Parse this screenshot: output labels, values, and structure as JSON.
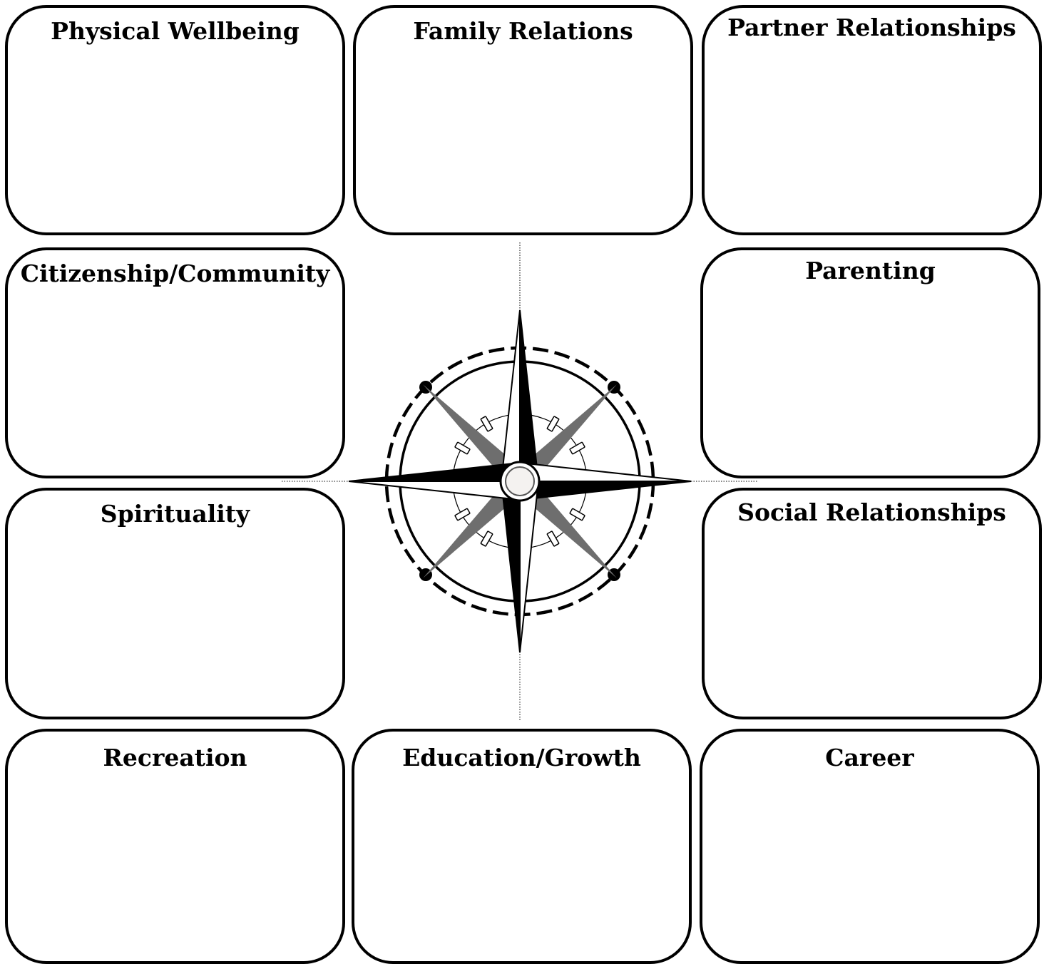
{
  "title": "",
  "areas": {
    "physical_wellbeing": "Physical Wellbeing",
    "family_relations": "Family Relations",
    "partner_relationships": "Partner Relationships",
    "citizenship_community": "Citizenship/Community",
    "parenting": "Parenting",
    "spirituality": "Spirituality",
    "social_relationships": "Social Relationships",
    "recreation": "Recreation",
    "education_growth": "Education/Growth",
    "career": "Career"
  },
  "center_graphic": {
    "icon": "compass-rose-icon",
    "colors": {
      "stroke": "#000000",
      "intercardinal": "#6e6e6e",
      "background": "#ffffff"
    }
  }
}
